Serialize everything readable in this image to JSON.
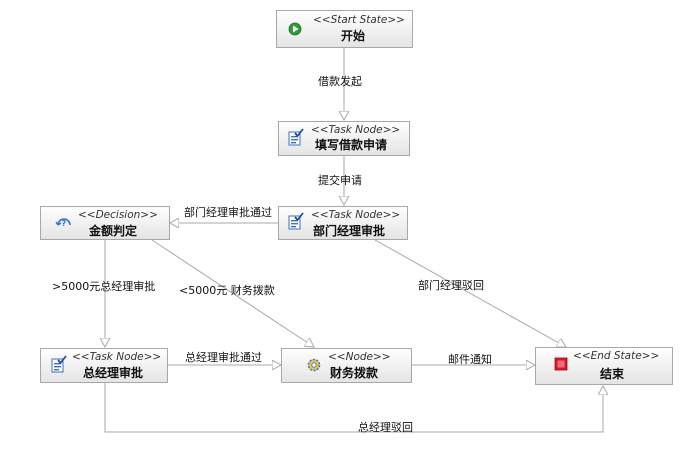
{
  "diagram": {
    "nodes": {
      "start": {
        "stereotype": "<<Start State>>",
        "title": "开始",
        "icon": "start-icon"
      },
      "fill": {
        "stereotype": "<<Task Node>>",
        "title": "填写借款申请",
        "icon": "task-icon"
      },
      "decision": {
        "stereotype": "<<Decision>>",
        "title": "金额判定",
        "icon": "decision-icon"
      },
      "dept": {
        "stereotype": "<<Task Node>>",
        "title": "部门经理审批",
        "icon": "task-icon"
      },
      "gm": {
        "stereotype": "<<Task Node>>",
        "title": "总经理审批",
        "icon": "task-icon"
      },
      "finance": {
        "stereotype": "<<Node>>",
        "title": "财务拨款",
        "icon": "node-gear-icon"
      },
      "end": {
        "stereotype": "<<End State>>",
        "title": "结束",
        "icon": "end-icon"
      }
    },
    "edges": {
      "start_fill": {
        "label": "借款发起"
      },
      "fill_dept": {
        "label": "提交申请"
      },
      "dept_decision": {
        "label": "部门经理审批通过"
      },
      "dept_end": {
        "label": "部门经理驳回"
      },
      "decision_gm": {
        "label": ">5000元总经理审批"
      },
      "decision_finance": {
        "label": "<5000元 财务拨款"
      },
      "gm_finance": {
        "label": "总经理审批通过"
      },
      "finance_end": {
        "label": "邮件通知"
      },
      "gm_end": {
        "label": "总经理驳回"
      }
    },
    "colors": {
      "line": "#a8a8a8",
      "start": "#2e9b3a",
      "end": "#d9182e",
      "task": "#3a6fc4",
      "decision": "#2c74c9",
      "gear": "#4a79c8"
    }
  }
}
